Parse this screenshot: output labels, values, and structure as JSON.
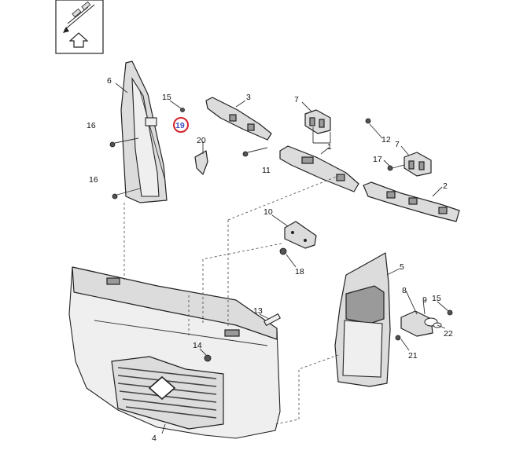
{
  "highlight": {
    "label": "19",
    "ring_color": "#d4232b",
    "text_color": "#3b4fc2"
  },
  "callouts": {
    "c1": "1",
    "c2": "2",
    "c3": "3",
    "c4": "4",
    "c5": "5",
    "c6": "6",
    "c7a": "7",
    "c7b": "7",
    "c8": "8",
    "c9": "9",
    "c10": "10",
    "c11": "11",
    "c12": "12",
    "c13": "13",
    "c14": "14",
    "c15a": "15",
    "c15b": "15",
    "c16a": "16",
    "c16b": "16",
    "c17": "17",
    "c18": "18",
    "c20": "20",
    "c21": "21",
    "c22": "22"
  },
  "icons": {
    "orientation": "orientation-arrow-icon"
  }
}
